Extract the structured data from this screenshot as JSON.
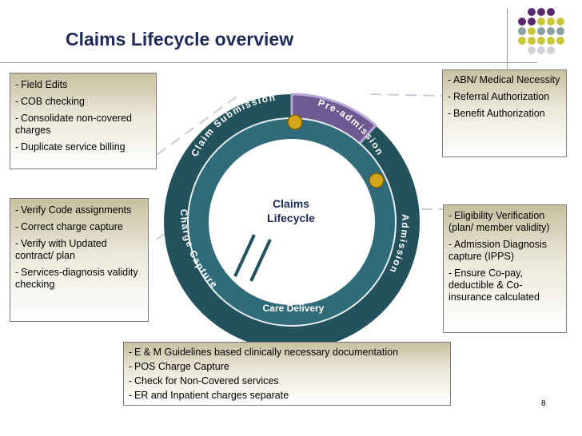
{
  "title": "Claims Lifecycle overview",
  "page_number": "8",
  "center_label": [
    "Claims",
    "Lifecycle"
  ],
  "segments": {
    "claim_submission": "Claim Submission",
    "pre_admission": "Pre-admission",
    "admission": "Admission",
    "care_delivery": "Care Delivery",
    "charge_capture": "Charge Capture"
  },
  "boxes": {
    "top_left": [
      "Field Edits",
      "COB checking",
      "Consolidate non-covered charges",
      "Duplicate service billing"
    ],
    "mid_left": [
      "Verify Code assignments",
      "Correct charge capture",
      "Verify with Updated contract/ plan",
      "Services-diagnosis validity checking"
    ],
    "top_right": [
      "ABN/ Medical Necessity",
      "Referral Authorization",
      "Benefit Authorization"
    ],
    "mid_right": [
      "Eligibility Verification (plan/ member validity)",
      "Admission Diagnosis capture (IPPS)",
      "Ensure Co-pay, deductible & Co-insurance calculated"
    ],
    "bottom": [
      "E & M Guidelines based clinically necessary documentation",
      "POS Charge Capture",
      "Check for Non-Covered services",
      "ER and Inpatient charges separate"
    ]
  },
  "colors": {
    "ring": "#24525c",
    "ring_inner": "#2f6b78",
    "pre_admission": "#6e5a92",
    "title": "#1f2a5a",
    "knob": "#d4a419"
  }
}
